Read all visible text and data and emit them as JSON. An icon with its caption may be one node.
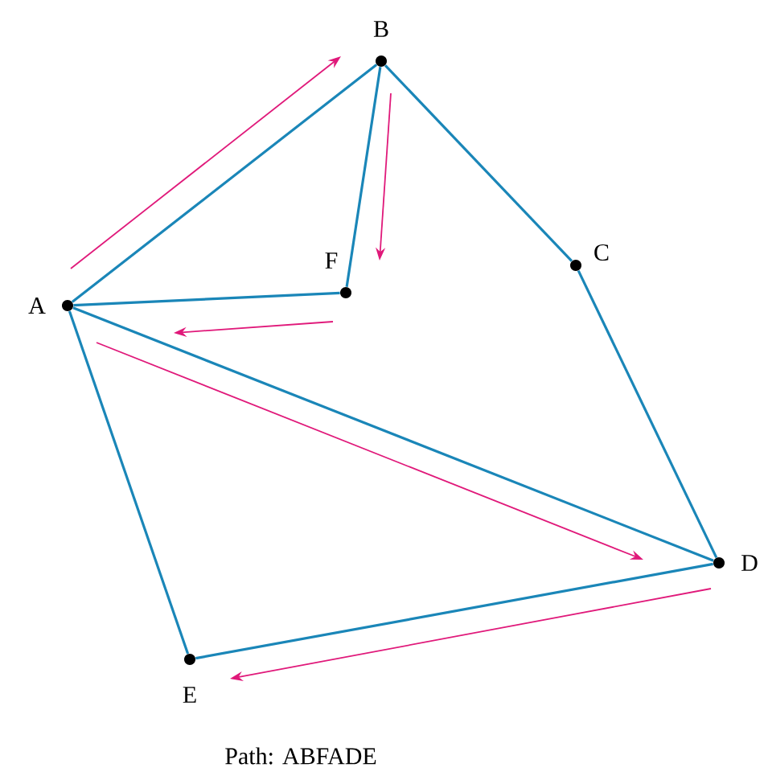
{
  "diagram": {
    "caption": "Path: ABFADE",
    "nodes": [
      {
        "text": [],
        "shape": "circle",
        "beside": [
          "A"
        ]
      },
      {
        "text": [],
        "shape": "circle",
        "beside": [
          "B"
        ]
      },
      {
        "text": [],
        "shape": "circle",
        "beside": [
          "C"
        ]
      },
      {
        "text": [],
        "shape": "circle",
        "beside": [
          "D"
        ]
      },
      {
        "text": [],
        "shape": "circle",
        "beside": [
          "E"
        ]
      },
      {
        "text": [],
        "shape": "circle",
        "beside": [
          "F"
        ]
      }
    ],
    "edges": [
      {
        "from": 0,
        "to": 1,
        "arrow": "none"
      },
      {
        "from": 1,
        "to": 5,
        "arrow": "none"
      },
      {
        "from": 5,
        "to": 0,
        "arrow": "none"
      },
      {
        "from": 1,
        "to": 2,
        "arrow": "none"
      },
      {
        "from": 2,
        "to": 3,
        "arrow": "none"
      },
      {
        "from": 0,
        "to": 3,
        "arrow": "none"
      },
      {
        "from": 3,
        "to": 4,
        "arrow": "none"
      },
      {
        "from": 4,
        "to": 0,
        "arrow": "none"
      }
    ]
  }
}
